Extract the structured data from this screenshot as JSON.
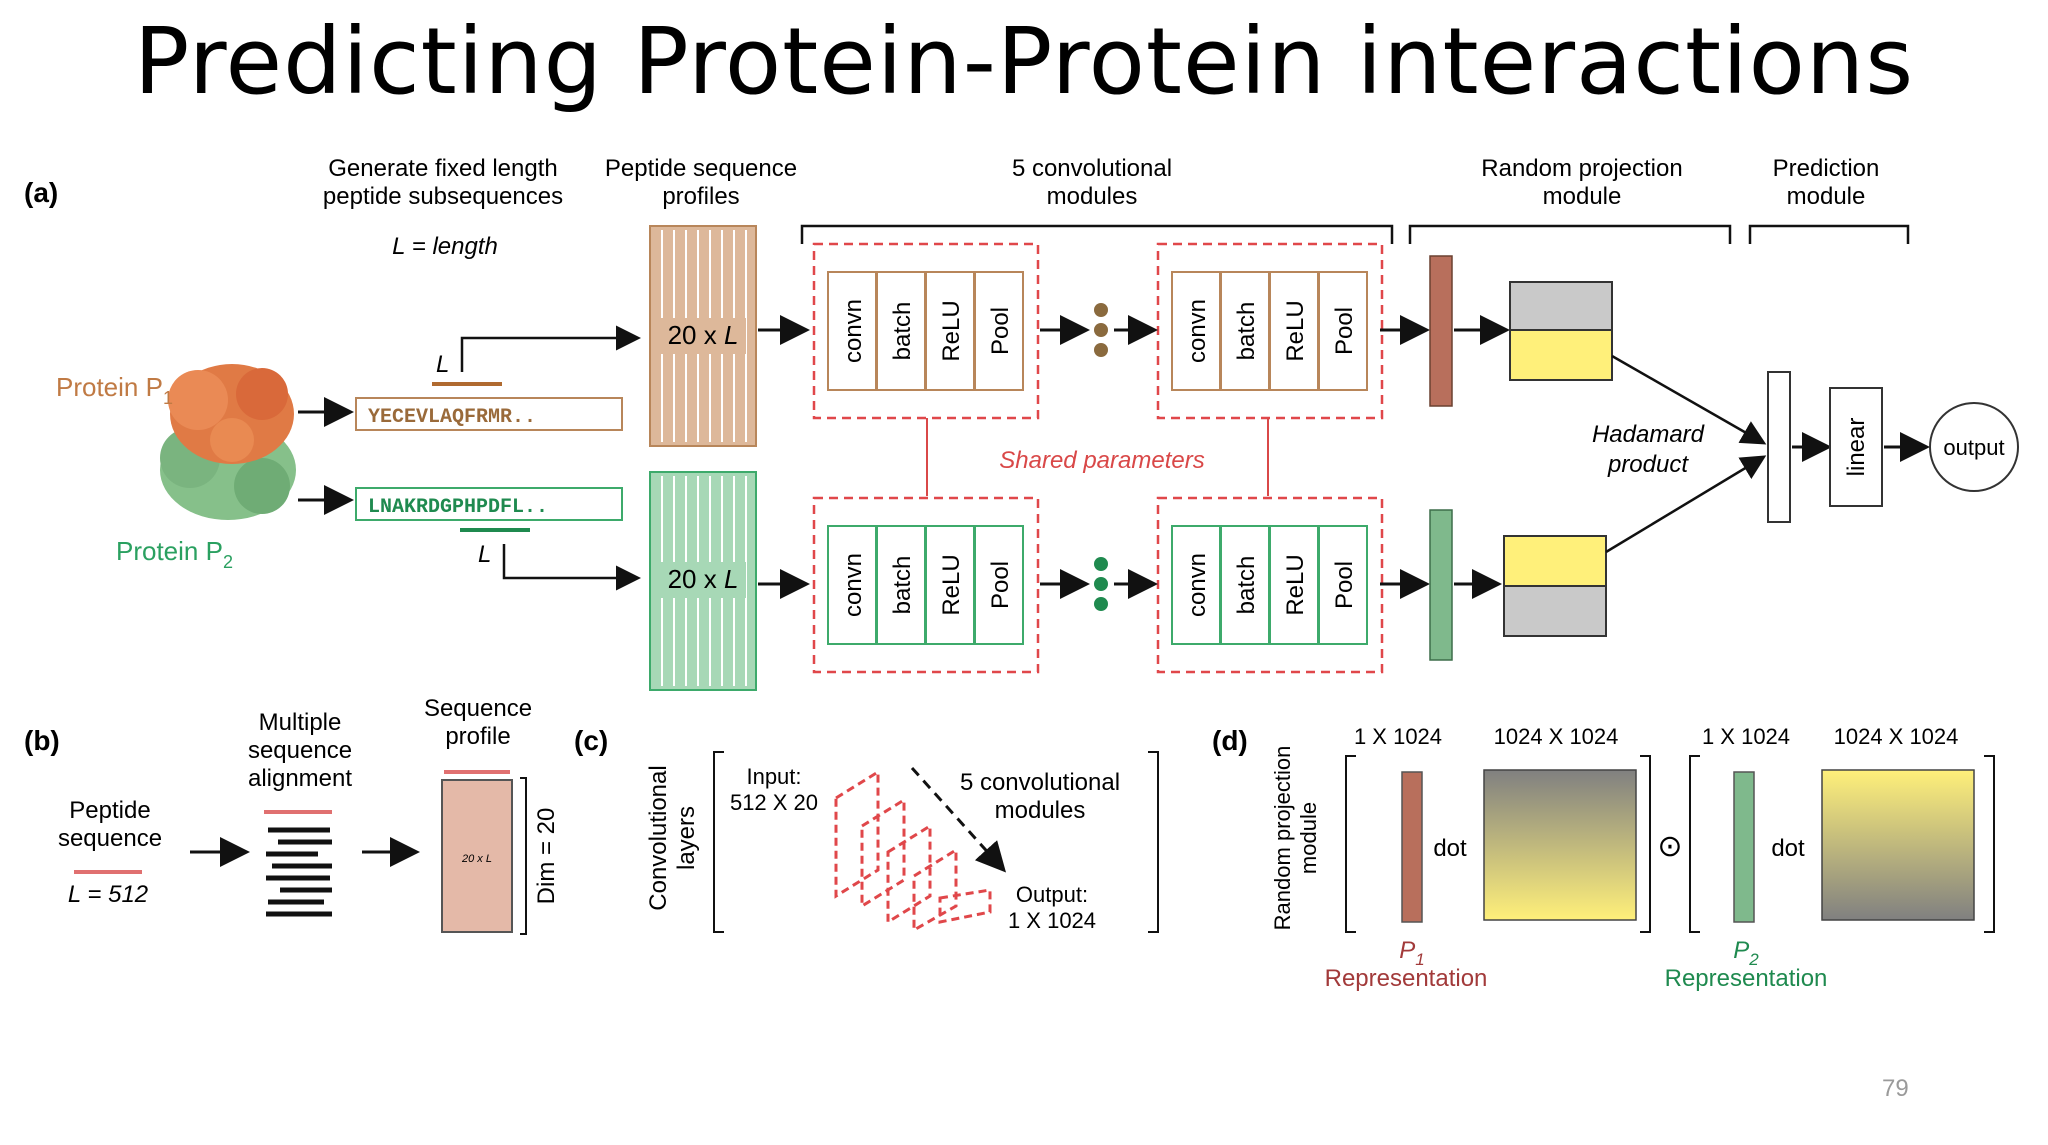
{
  "slide": {
    "title": "Predicting Protein-Protein interactions",
    "page_number": "79"
  },
  "colors": {
    "brown": "#c98a5c",
    "brown_dark": "#a8603f",
    "green": "#3daa6b",
    "green_dark": "#1f8a4f",
    "red_dash": "#e0474a",
    "yellow": "#fff07a",
    "gray": "#c9c9c9",
    "bar_brown": "#b86f5c",
    "bar_green": "#7fb98c"
  },
  "panel_a": {
    "label": "(a)",
    "header_generate": [
      "Generate fixed length",
      "peptide subsequences"
    ],
    "header_profiles": [
      "Peptide sequence",
      "profiles"
    ],
    "header_conv": [
      "5 convolutional",
      "modules"
    ],
    "header_random": [
      "Random projection",
      "module"
    ],
    "header_prediction": [
      "Prediction",
      "module"
    ],
    "l_equals_length": "L = length",
    "protein1": "Protein P",
    "protein1_sub": "1",
    "protein2": "Protein P",
    "protein2_sub": "2",
    "seq1": "YECEVLAQFRMR..",
    "seq2": "LNAKRDGPHPDFL..",
    "l_mark": "L",
    "profile_label_italic": "L",
    "profile_label_prefix": "20 x ",
    "conv_cells": [
      "convn",
      "batch",
      "ReLU",
      "Pool"
    ],
    "shared": "Shared parameters",
    "hadamard": [
      "Hadamard",
      "product"
    ],
    "linear": "linear",
    "output": "output"
  },
  "panel_b": {
    "label": "(b)",
    "peptide": [
      "Peptide",
      "sequence"
    ],
    "l512": "L = 512",
    "msa": [
      "Multiple",
      "sequence",
      "alignment"
    ],
    "profile": [
      "Sequence",
      "profile"
    ],
    "dim": "Dim = 20",
    "profile_inner": "20 x L"
  },
  "panel_c": {
    "label": "(c)",
    "side": [
      "Convolutional",
      "layers"
    ],
    "input": [
      "Input:",
      "512 X 20"
    ],
    "modules": [
      "5 convolutional",
      "modules"
    ],
    "output": [
      "Output:",
      "1 X 1024"
    ]
  },
  "panel_d": {
    "label": "(d)",
    "side": [
      "Random projection",
      "module"
    ],
    "dim_vec": "1 X 1024",
    "dim_mat": "1024 X 1024",
    "dot": "dot",
    "odot": "⊙",
    "p1": "P",
    "p1_sub": "1",
    "p2": "P",
    "p2_sub": "2",
    "representation": "Representation"
  }
}
